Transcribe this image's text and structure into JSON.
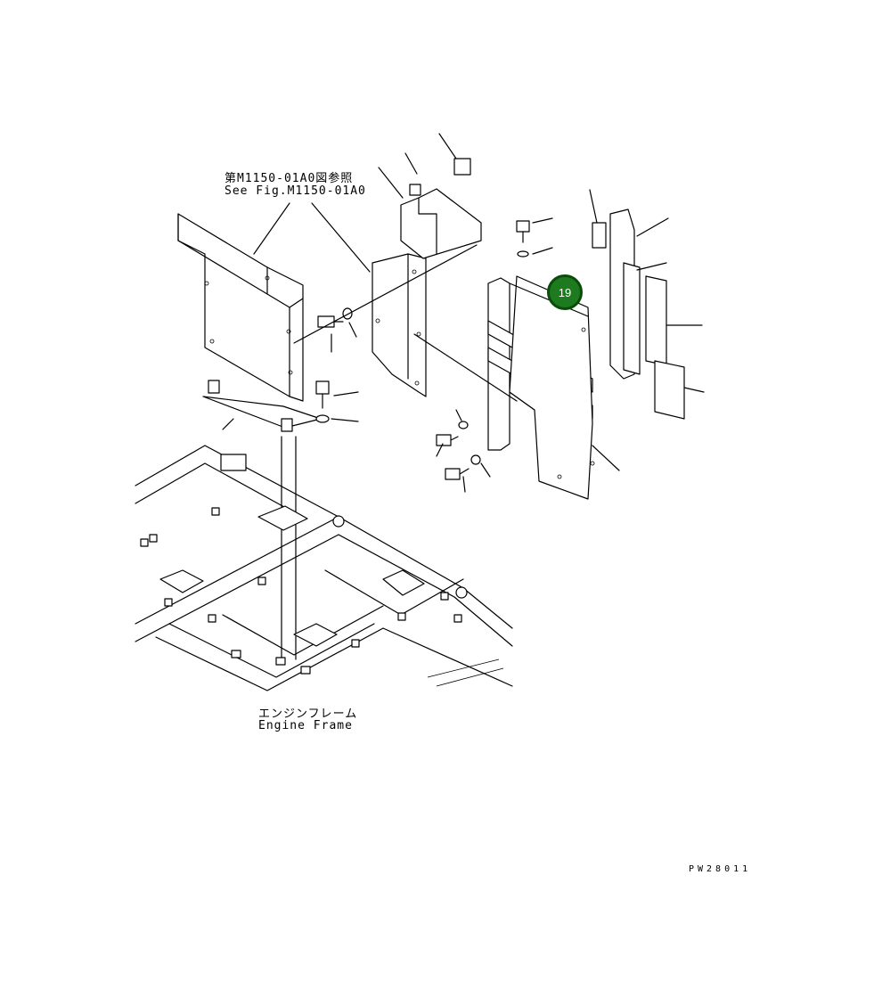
{
  "labels": {
    "reference_jp": "第M1150-01A0図参照",
    "reference_en": "See Fig.M1150-01A0",
    "engine_frame_jp": "エンジンフレーム",
    "engine_frame_en": "Engine Frame",
    "drawing_number": "PW28011"
  },
  "callouts": [
    {
      "number": "19",
      "color": "#1e7a1e"
    }
  ],
  "colors": {
    "line": "#000000",
    "background": "#ffffff",
    "callout_fill": "#1e7a1e",
    "callout_border": "#0a4d0a"
  }
}
